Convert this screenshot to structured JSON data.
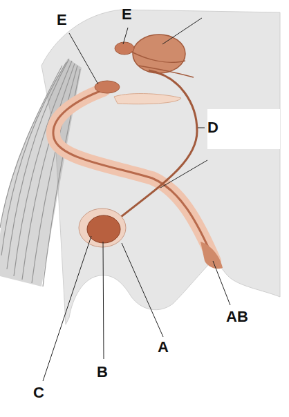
{
  "diagram": {
    "labels": [
      "E",
      "E",
      "D",
      "AB",
      "A",
      "B",
      "C"
    ]
  }
}
